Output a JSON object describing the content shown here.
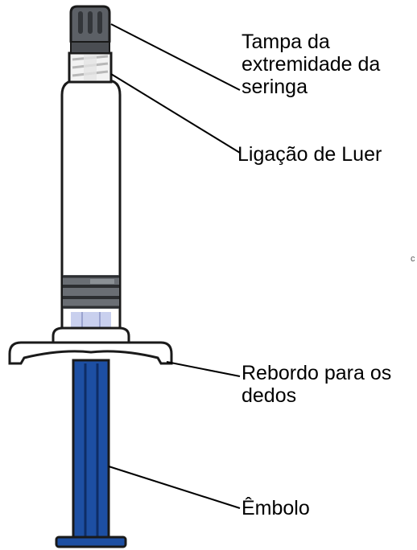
{
  "labels": {
    "cap": "Tampa da\nextremidade da\nseringa",
    "luer": "Ligação de Luer",
    "flange": "Rebordo para os\ndedos",
    "plunger": "Êmbolo"
  },
  "stray_mark": "c",
  "colors": {
    "outline": "#1a1a1a",
    "cap_fill": "#5c6066",
    "cap_rib": "#33363a",
    "barrel_fill": "#ffffff",
    "ring_fill": "#6a6e74",
    "ring_dark": "#2c2e31",
    "stopper_fill": "#c9d0ee",
    "plunger_fill": "#1d4fa3",
    "plunger_edge": "#0e2d66",
    "leader_line": "#000000"
  },
  "icons": {
    "syringe": "prefilled-syringe-illustration"
  }
}
